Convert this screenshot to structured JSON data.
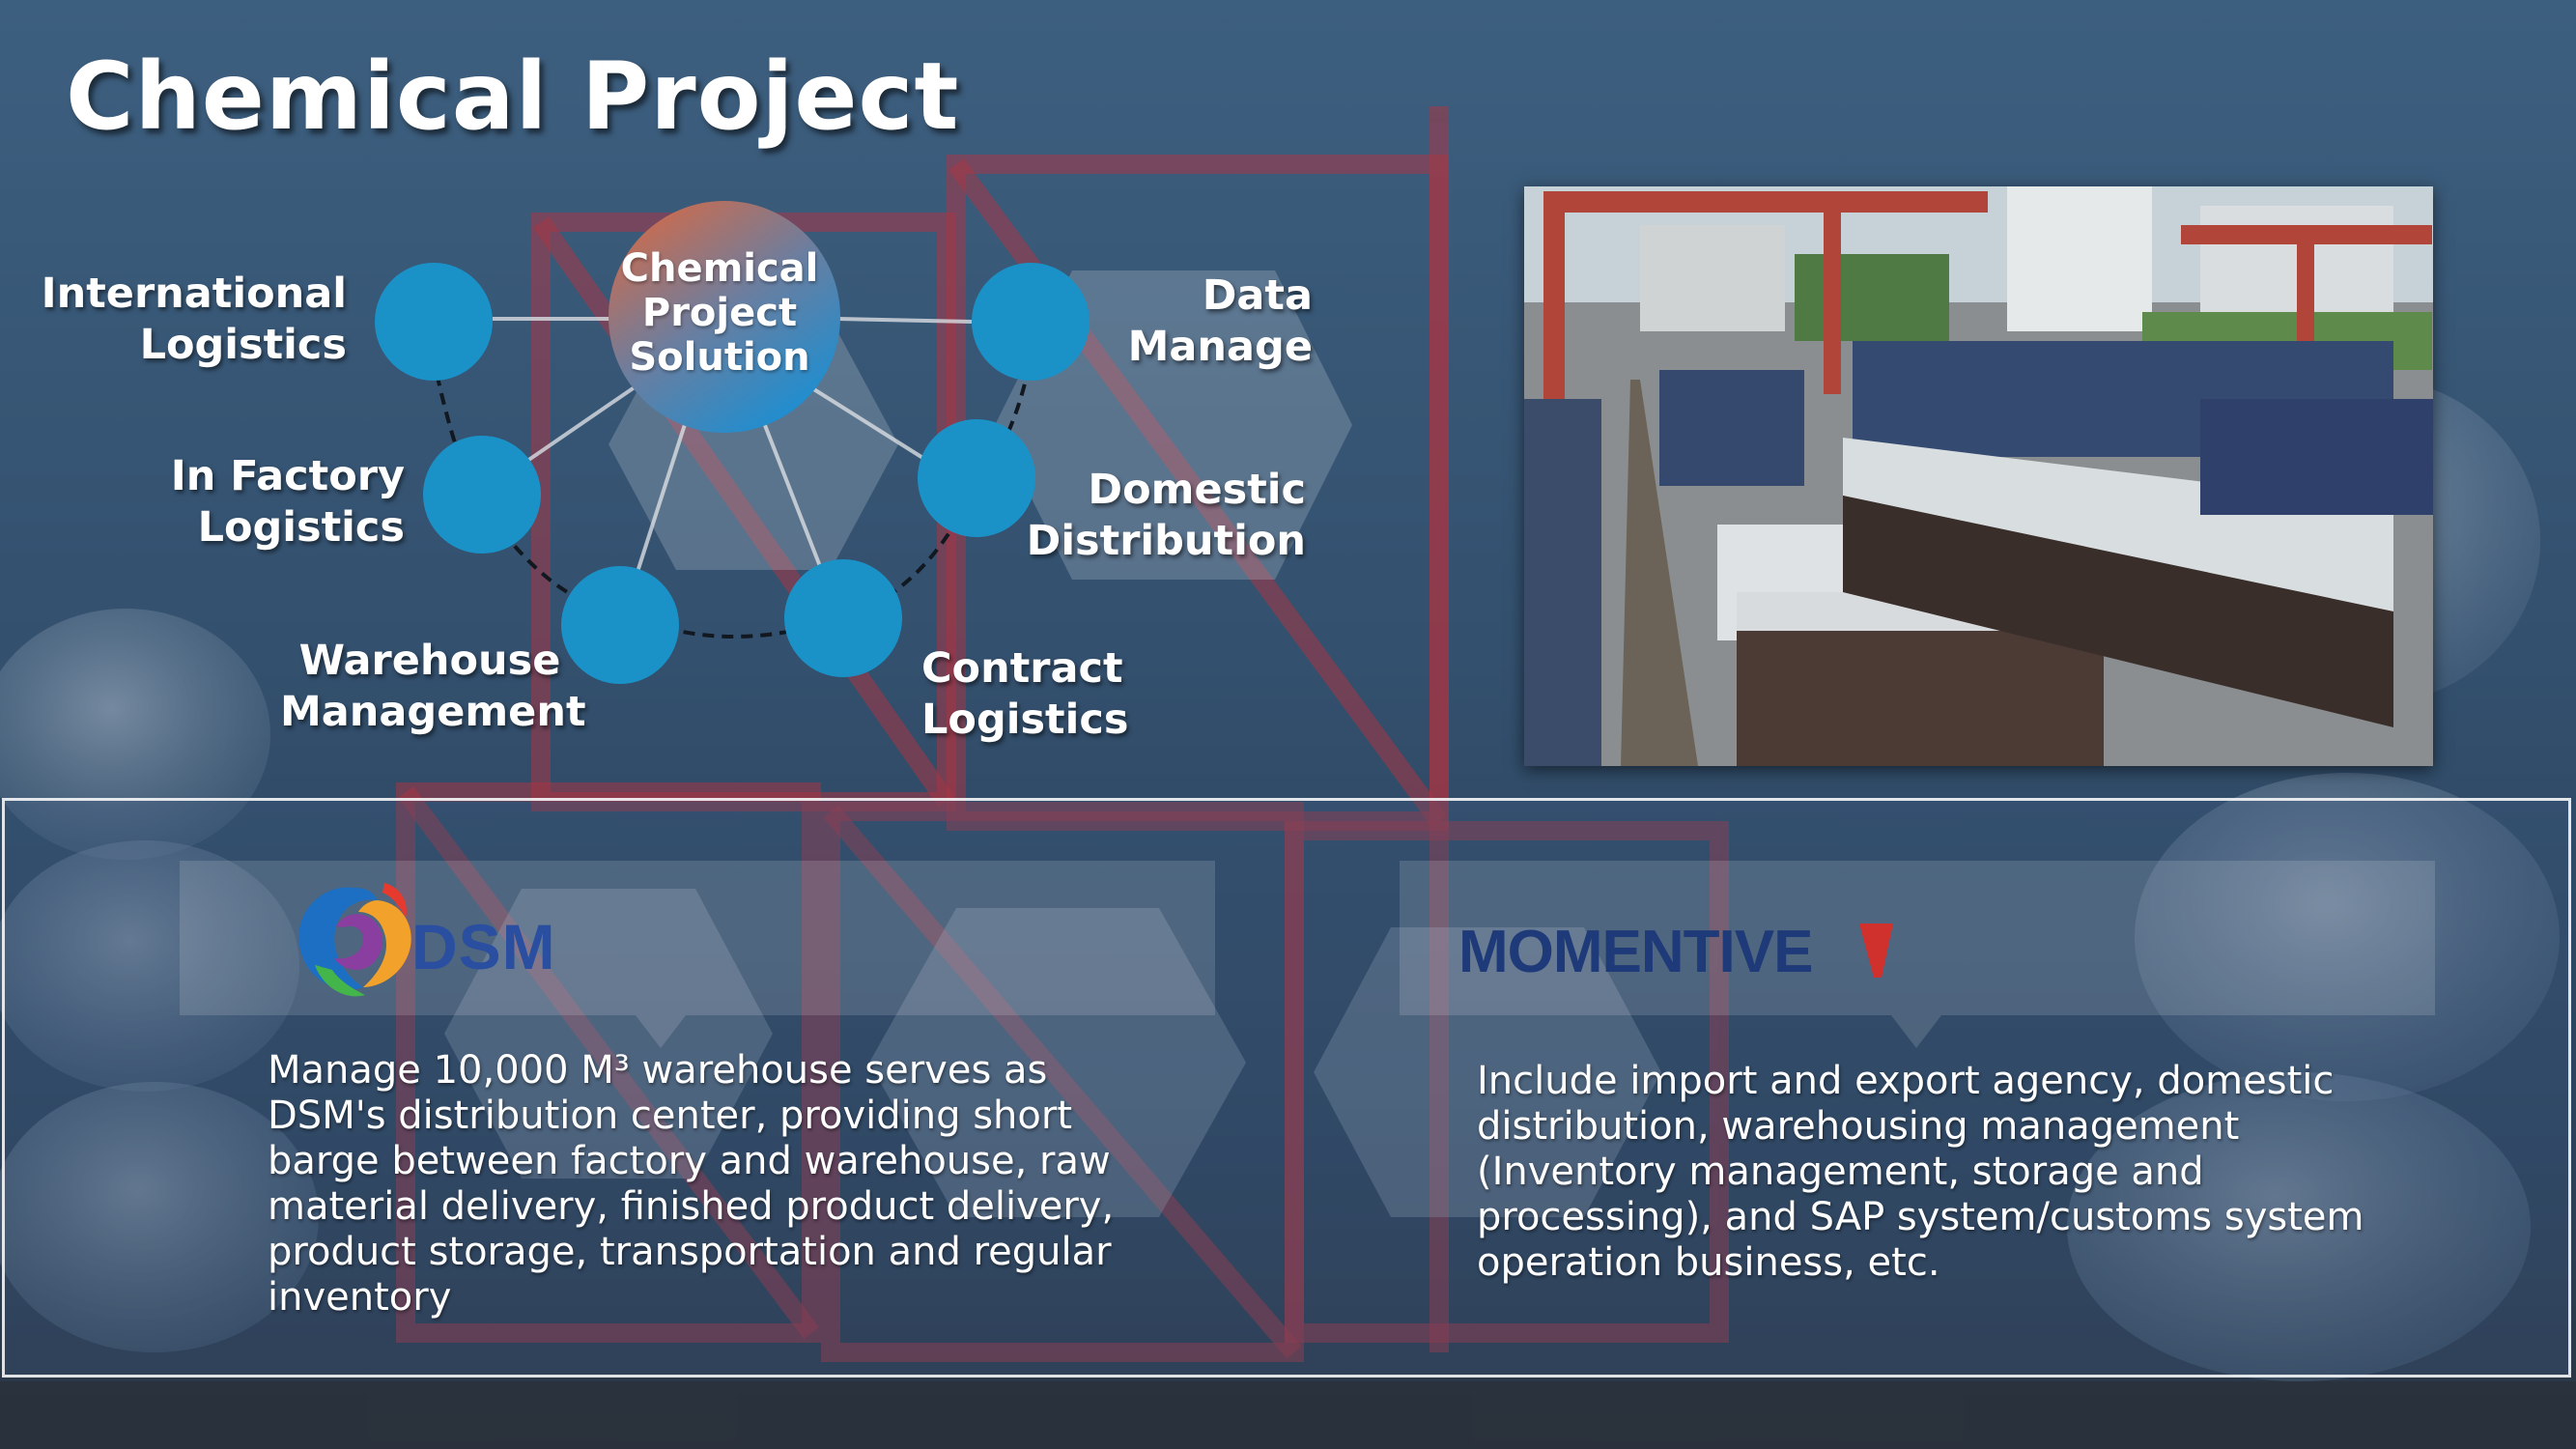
{
  "page": {
    "title": "Chemical Project"
  },
  "diagram": {
    "hub": {
      "lines": [
        "Chemical",
        "Project",
        "Solution"
      ]
    },
    "nodes": {
      "international_logistics": [
        "International",
        "Logistics"
      ],
      "in_factory_logistics": [
        "In Factory",
        "Logistics"
      ],
      "warehouse_management": [
        "Warehouse",
        "Management"
      ],
      "contract_logistics": [
        "Contract",
        "Logistics"
      ],
      "domestic_distribution": [
        "Domestic",
        "Distribution"
      ],
      "data_manage": [
        "Data",
        "Manage"
      ]
    },
    "colors": {
      "node_fill": "#1a92c8",
      "hub_gradient_start": "#e4673a",
      "hub_gradient_end": "#1e8ed0"
    }
  },
  "photo": {
    "subject": "rail-container-yard-photo"
  },
  "cases": {
    "dsm": {
      "brand": "DSM",
      "description": "Manage 10,000 M³ warehouse serves as DSM's distribution center, providing short barge between factory and warehouse, raw material delivery, finished product delivery, product storage, transportation and regular inventory"
    },
    "momentive": {
      "brand": "MOMENTIVE",
      "description": "Include import and export agency, domestic distribution, warehousing management (Inventory management, storage and processing), and SAP system/customs system operation business, etc."
    }
  }
}
